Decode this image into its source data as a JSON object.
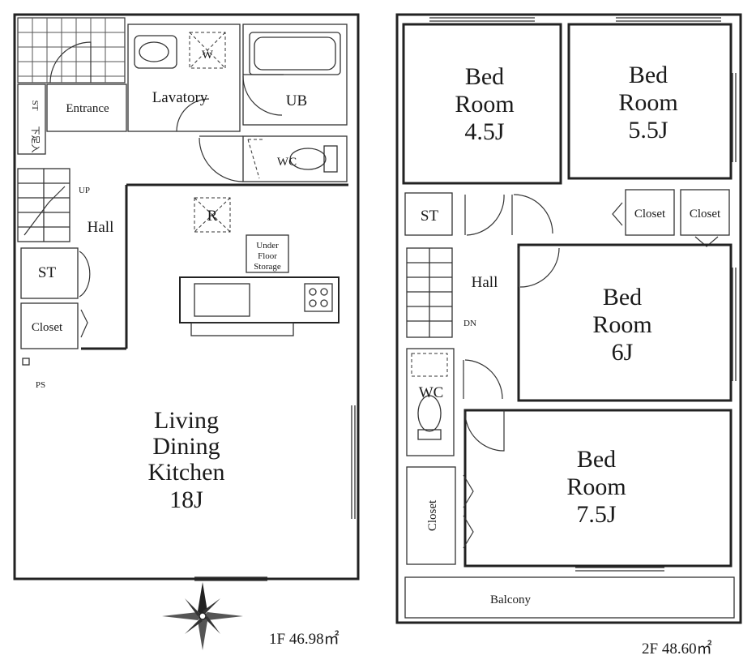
{
  "floor1": {
    "rooms": {
      "lavatory": "Lavatory",
      "w": "W",
      "ub": "UB",
      "entrance": "Entrance",
      "st_shoe": "ST",
      "shoe_jp": "下足入",
      "wc": "WC",
      "up": "UP",
      "hall": "Hall",
      "r": "R",
      "st": "ST",
      "closet": "Closet",
      "ps": "PS",
      "under_floor": [
        "Under",
        "Floor",
        "Storage"
      ],
      "ldk": [
        "Living",
        "Dining",
        "Kitchen",
        "18J"
      ]
    },
    "area": "1F  46.98㎡"
  },
  "floor2": {
    "rooms": {
      "bed1": [
        "Bed",
        "Room",
        "4.5J"
      ],
      "bed2": [
        "Bed",
        "Room",
        "5.5J"
      ],
      "st": "ST",
      "closet_a": "Closet",
      "closet_b": "Closet",
      "hall": "Hall",
      "bed3": [
        "Bed",
        "Room",
        "6J"
      ],
      "dn": "DN",
      "wc": "WC",
      "closet_c": "Closet",
      "bed4": [
        "Bed",
        "Room",
        "7.5J"
      ],
      "balcony": "Balcony"
    },
    "area": "2F  48.60㎡"
  },
  "icons": {
    "compass": "compass-rose-icon"
  }
}
